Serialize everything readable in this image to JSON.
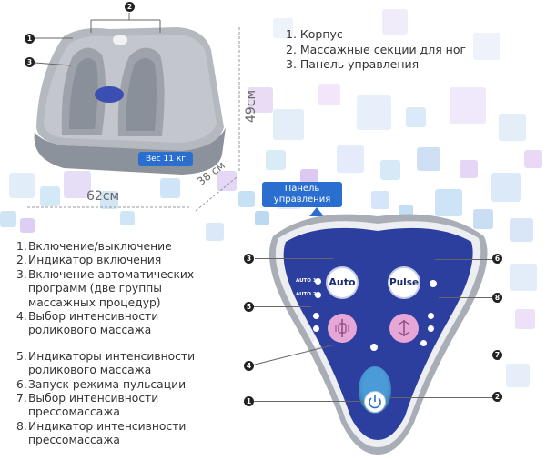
{
  "parts_list": [
    "1. Корпус",
    "2. Массажные секции для ног",
    "3. Панель управления"
  ],
  "panel_list": [
    {
      "num": "1.",
      "lines": [
        "Включение/выключение"
      ]
    },
    {
      "num": "2.",
      "lines": [
        "Индикатор включения"
      ]
    },
    {
      "num": "3.",
      "lines": [
        "Включение автоматических",
        "программ (две группы",
        "массажных процедур)"
      ]
    },
    {
      "num": "4.",
      "lines": [
        "Выбор интенсивности",
        "роликового массажа"
      ]
    },
    {
      "num": "5.",
      "lines": [
        "Индикаторы интенсивности",
        "роликового массажа"
      ]
    },
    {
      "num": "6.",
      "lines": [
        "Запуск режима пульсации"
      ]
    },
    {
      "num": "7.",
      "lines": [
        "Выбор интенсивности",
        "прессомассажа"
      ]
    },
    {
      "num": "8.",
      "lines": [
        "Индикатор интенсивности",
        "прессомассажа"
      ]
    }
  ],
  "weight_tag": "Вес 11 кг",
  "panel_tag": "Панель управления",
  "dim_width": "62см",
  "dim_depth": "38 см",
  "dim_height": "49см",
  "device_markers": [
    "1",
    "2",
    "3"
  ],
  "panel_markers": [
    "1",
    "2",
    "3",
    "4",
    "5",
    "6",
    "7",
    "8"
  ],
  "auto_button": "Auto",
  "pulse_button": "Pulse",
  "auto1_label": "AUTO 1",
  "auto2_label": "AUTO 2",
  "colors": {
    "panel_blue": "#2d3f9e",
    "shell_gray": "#9aa0aa",
    "accent_blue": "#2a6fd0",
    "knob_pink": "#e6a7d7"
  }
}
